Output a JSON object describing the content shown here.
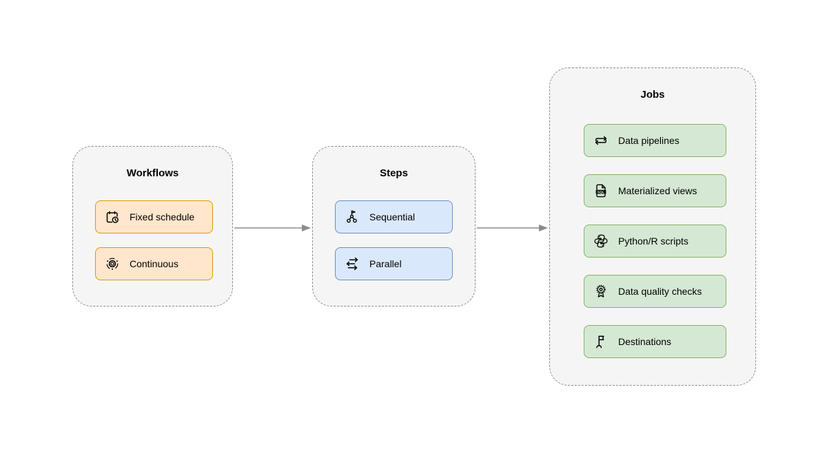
{
  "diagram": {
    "colors": {
      "canvas_bg": "#ffffff",
      "container_fill": "#f5f5f5",
      "container_border": "#8c8c8c",
      "arrow": "#8c8c8c",
      "text": "#000000"
    },
    "groups": [
      {
        "id": "workflows",
        "title": "Workflows",
        "accent": {
          "fill": "#ffe6cc",
          "border": "#d79b00"
        },
        "items": [
          {
            "label": "Fixed schedule",
            "icon": "calendar-clock-icon"
          },
          {
            "label": "Continuous",
            "icon": "gear-cycle-icon"
          }
        ]
      },
      {
        "id": "steps",
        "title": "Steps",
        "accent": {
          "fill": "#dae8fc",
          "border": "#6c8ebf"
        },
        "items": [
          {
            "label": "Sequential",
            "icon": "sequential-flag-icon"
          },
          {
            "label": "Parallel",
            "icon": "parallel-arrows-icon"
          }
        ]
      },
      {
        "id": "jobs",
        "title": "Jobs",
        "accent": {
          "fill": "#d5e8d4",
          "border": "#82b366"
        },
        "items": [
          {
            "label": "Data pipelines",
            "icon": "transfer-arrows-icon"
          },
          {
            "label": "Materialized views",
            "icon": "sql-file-icon"
          },
          {
            "label": "Python/R scripts",
            "icon": "python-icon"
          },
          {
            "label": "Data quality checks",
            "icon": "award-icon"
          },
          {
            "label": "Destinations",
            "icon": "flag-icon"
          }
        ]
      }
    ],
    "connectors": [
      {
        "from": "workflows",
        "to": "steps"
      },
      {
        "from": "steps",
        "to": "jobs"
      }
    ]
  }
}
